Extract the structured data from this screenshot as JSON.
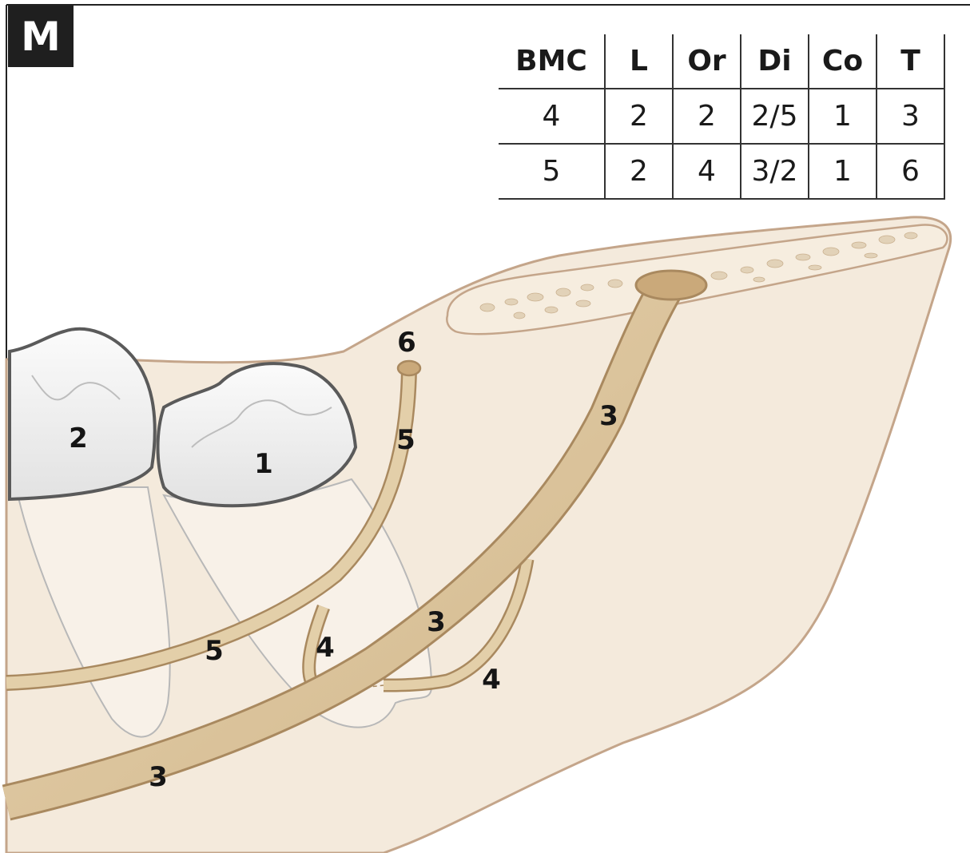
{
  "panel_label": "M",
  "table": {
    "headers": [
      "BMC",
      "L",
      "Or",
      "Di",
      "Co",
      "T"
    ],
    "rows": [
      [
        "4",
        "2",
        "2",
        "2/5",
        "1",
        "3"
      ],
      [
        "5",
        "2",
        "4",
        "3/2",
        "1",
        "6"
      ]
    ]
  },
  "labels": {
    "tooth_1": "1",
    "tooth_2": "2",
    "canal_3_upper": "3",
    "canal_3_middle": "3",
    "canal_3_lower": "3",
    "branch_4_left": "4",
    "branch_4_right": "4",
    "canal_5_upper": "5",
    "canal_5_lower": "5",
    "canal_6": "6"
  },
  "colors": {
    "bone": "#f4eadc",
    "bone_outline": "#c4a58a",
    "canal": "#dcc6a0",
    "canal_outline": "#a9895f",
    "tooth": "#f2f2f2",
    "tooth_outline": "#5a5a5a",
    "badge": "#1f1f1f",
    "text": "#151515"
  }
}
